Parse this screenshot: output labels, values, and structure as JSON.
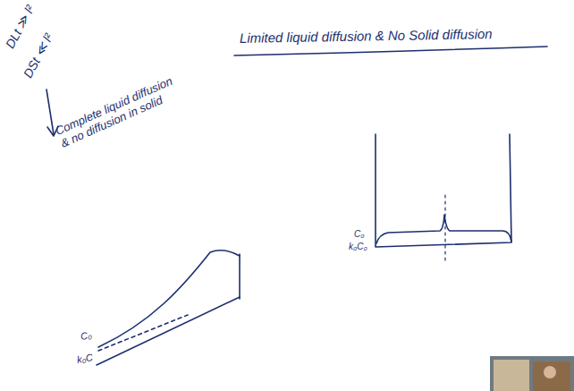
{
  "diagram": {
    "title": "Limited liquid diffusion & No Solid diffusion",
    "labels": [
      "DLt ≫ l²",
      "DSt ≪ l²",
      "Complete liquid diffusion & no diffusion in solid",
      "C₀",
      "k₀C",
      "C₀",
      "k₀C₀"
    ]
  }
}
